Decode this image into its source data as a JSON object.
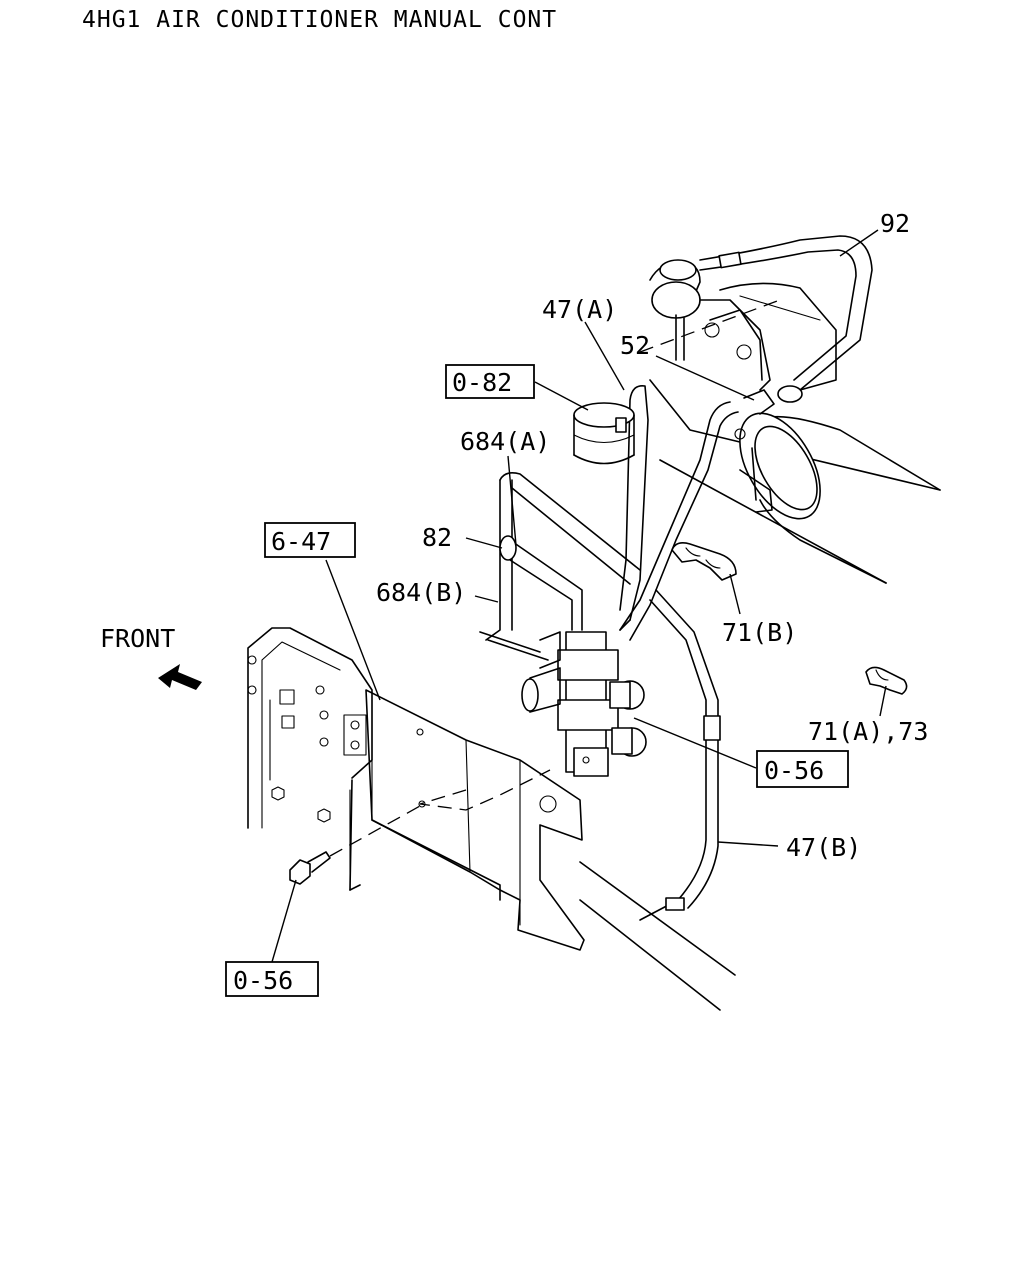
{
  "title": "4HG1 AIR CONDITIONER MANUAL CONT",
  "front_label": "FRONT",
  "callouts": {
    "c92": "92",
    "c47a": "47(A)",
    "c52": "52",
    "c082": "0-82",
    "c684a": "684(A)",
    "c647": "6-47",
    "c82": "82",
    "c684b": "684(B)",
    "c71b": "71(B)",
    "c71a73": "71(A),73",
    "c056_right": "0-56",
    "c47b": "47(B)",
    "c056_bottom": "0-56"
  },
  "icons": {
    "front_arrow": "front-arrow-icon"
  }
}
